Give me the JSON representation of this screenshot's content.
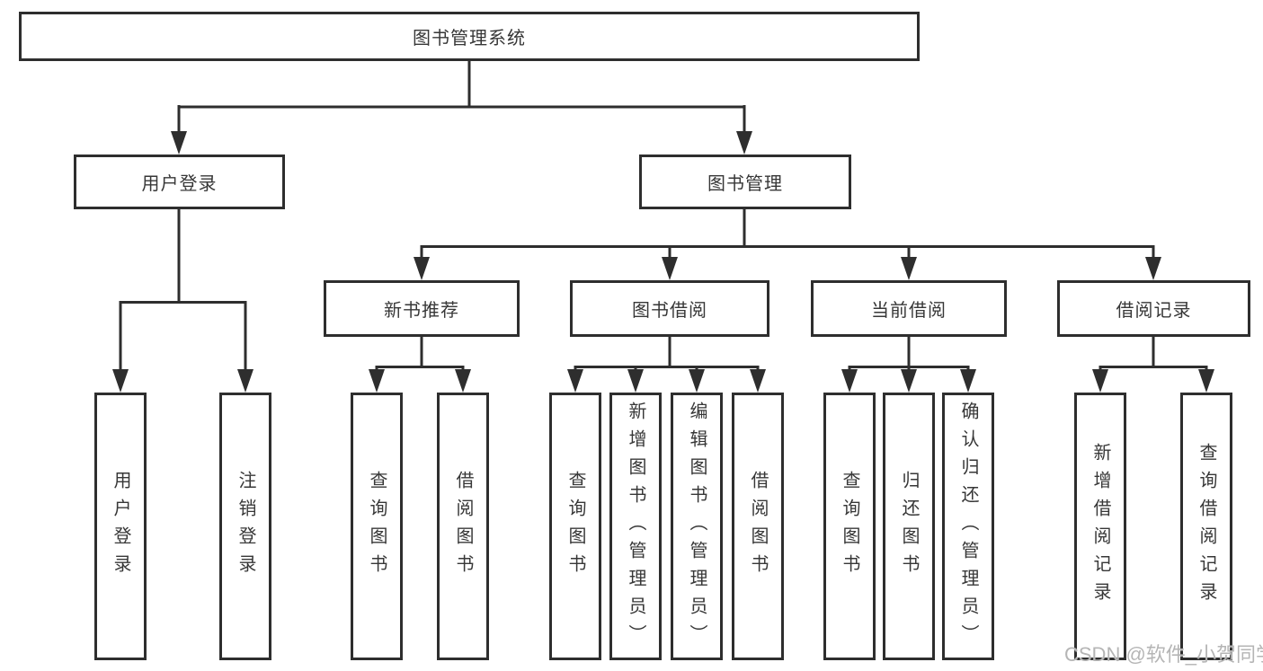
{
  "tree": {
    "root": {
      "label": "图书管理系统"
    },
    "branches": [
      {
        "label": "用户登录",
        "children": [
          {
            "label": "用户登录"
          },
          {
            "label": "注销登录"
          }
        ]
      },
      {
        "label": "图书管理",
        "sections": [
          {
            "label": "新书推荐",
            "children": [
              {
                "label": "查询图书"
              },
              {
                "label": "借阅图书"
              }
            ]
          },
          {
            "label": "图书借阅",
            "children": [
              {
                "label": "查询图书"
              },
              {
                "label": "新增图书（管理员）"
              },
              {
                "label": "编辑图书（管理员）"
              },
              {
                "label": "借阅图书"
              }
            ]
          },
          {
            "label": "当前借阅",
            "children": [
              {
                "label": "查询图书"
              },
              {
                "label": "归还图书"
              },
              {
                "label": "确认归还（管理员）"
              }
            ]
          },
          {
            "label": "借阅记录",
            "children": [
              {
                "label": "新增借阅记录"
              },
              {
                "label": "查询借阅记录"
              }
            ]
          }
        ]
      }
    ]
  },
  "watermark": {
    "text": "CSDN @软件_小贺同学"
  },
  "colors": {
    "line": "#2e2e2e",
    "box_border": "#2e2e2e",
    "text": "#373737",
    "watermark": "#b5b5b5",
    "background": "#ffffff"
  }
}
